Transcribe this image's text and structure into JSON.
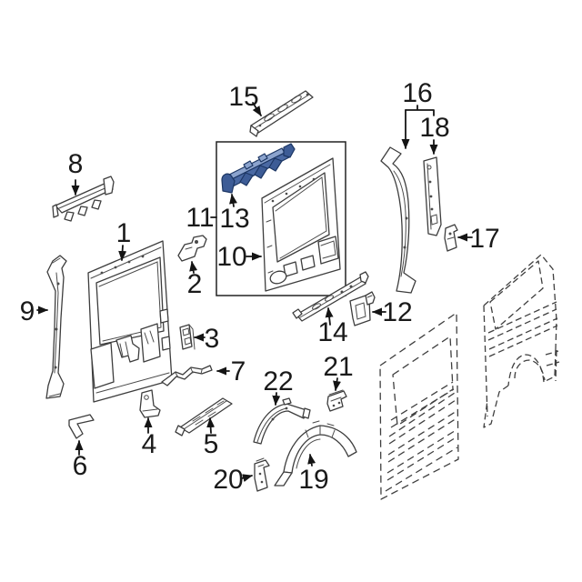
{
  "diagram": {
    "type": "exploded-parts-diagram",
    "highlighted_callout": "13",
    "colors": {
      "line": "#3d3d3d",
      "label": "#1a1a1a",
      "background": "#ffffff",
      "assembly_box_border": "#222222",
      "highlight_fill": "#4a69a3",
      "highlight_top": "#8ba3cd",
      "highlight_outline": "#1c3663"
    },
    "callouts": [
      {
        "label": "1"
      },
      {
        "label": "2"
      },
      {
        "label": "3"
      },
      {
        "label": "4"
      },
      {
        "label": "5"
      },
      {
        "label": "6"
      },
      {
        "label": "7"
      },
      {
        "label": "8"
      },
      {
        "label": "9"
      },
      {
        "label": "10"
      },
      {
        "label": "11"
      },
      {
        "label": "12"
      },
      {
        "label": "13"
      },
      {
        "label": "14"
      },
      {
        "label": "15"
      },
      {
        "label": "16"
      },
      {
        "label": "17"
      },
      {
        "label": "18"
      },
      {
        "label": "19"
      },
      {
        "label": "20"
      },
      {
        "label": "21"
      },
      {
        "label": "22"
      }
    ]
  }
}
